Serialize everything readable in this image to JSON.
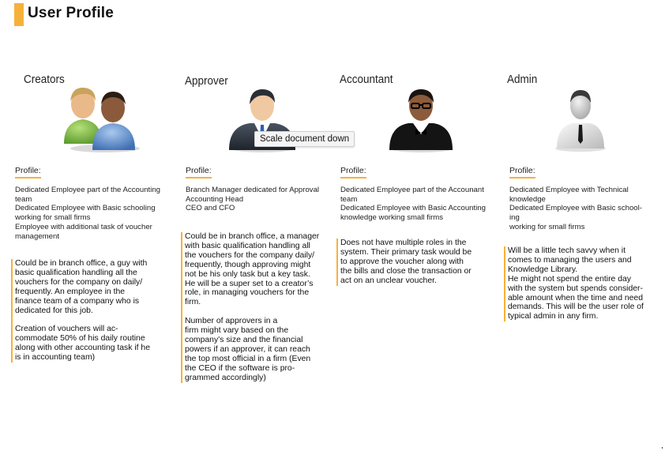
{
  "page": {
    "title": "User Profile"
  },
  "tooltip": "Scale document down",
  "columns": [
    {
      "role": "Creators",
      "avatar_icon": "two-users-icon",
      "profile_label": "Profile:",
      "description": "Dedicated Employee part of the Accounting\nteam\nDedicated Employee with Basic schooling\nworking for small firms\nEmployee with additional task of voucher\nmanagement",
      "note": "Could be in branch office, a guy with\nbasic qualification handling all the\nvouchers for the company on daily/\nfrequently. An employee in the\nfinance team of a company who is\ndedicated for this job.\n\n          Creation of vouchers will ac-\ncommodate 50% of his daily routine\nalong with other accounting task if he\nis in accounting team)"
    },
    {
      "role": "Approver",
      "avatar_icon": "businessman-icon",
      "profile_label": "Profile:",
      "description": "Branch Manager dedicated for Approval\nAccounting Head\nCEO and CFO",
      "note": "Could be in branch office, a manager\nwith basic qualification handling all\nthe vouchers for the company daily/\nfrequently, though approving might\nnot be his only task but a key task.\nHe will be a super set to a creator’s\nrole, in managing vouchers for the\nfirm.\n\n          Number of approvers in a\nfirm might vary based on the\ncompany’s size and the financial\npowers if an approver, it can reach\nthe top most official in a firm (Even\nthe CEO if the software is pro-\ngrammed accordingly)"
    },
    {
      "role": "Accountant",
      "avatar_icon": "accountant-glasses-icon",
      "profile_label": "Profile:",
      "description": "Dedicated Employee part of the Accounant\nteam\nDedicated Employee with Basic Accounting\nknowledge  working small firms",
      "note": "Does not have multiple roles in the\nsystem. Their primary task would be\nto approve the voucher along with\nthe bills and close the transaction or\nact on an unclear voucher."
    },
    {
      "role": "Admin",
      "avatar_icon": "admin-user-icon",
      "profile_label": "Profile:",
      "description": "Dedicated Employee with Technical\nknowledge\nDedicated Employee with Basic school-\ning\nworking for small firms",
      "note": "Will be a little tech savvy when it\ncomes to managing the users and\nKnowledge Library.\nHe might not spend the entire day\nwith the system but spends consider-\nable amount when the time and need\ndemands. This will be the user role of\ntypical admin in any firm."
    }
  ],
  "colors": {
    "accent": "#f6b13a"
  }
}
